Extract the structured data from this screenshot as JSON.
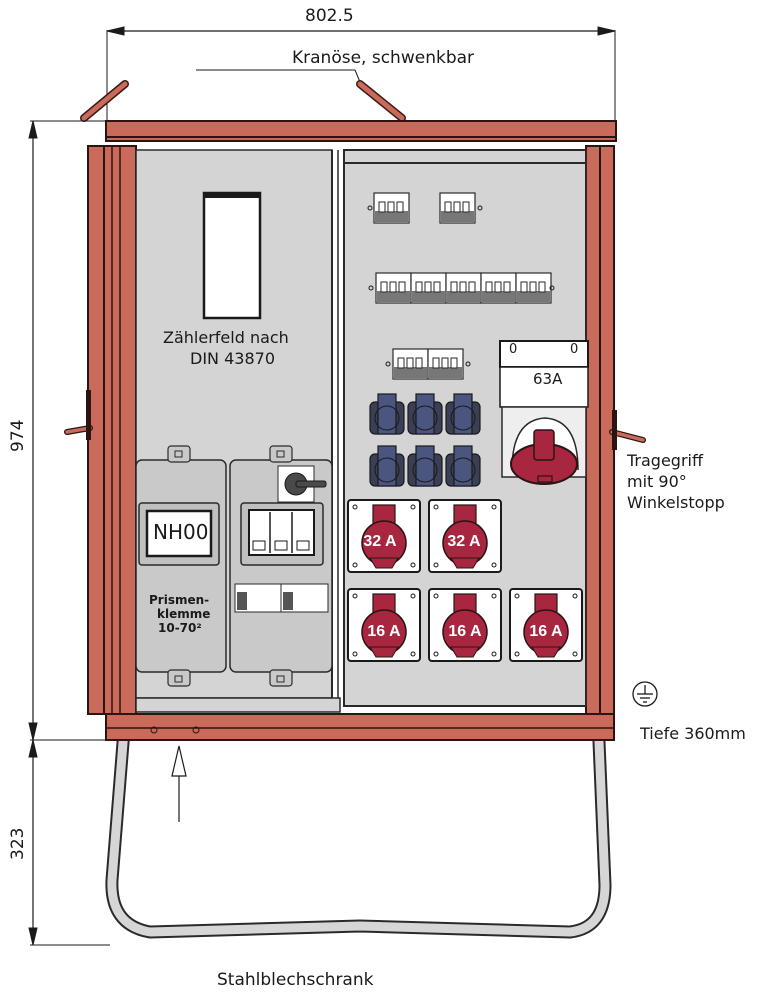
{
  "title": "Stahlblechschrank",
  "dimensions": {
    "width": "802.5",
    "height_cabinet": "974",
    "height_stand": "323"
  },
  "annotations": {
    "crane_eye": "Kranöse, schwenkbar",
    "carry_handle_line1": "Tragegriff",
    "carry_handle_line2": "mit 90°",
    "carry_handle_line3": "Winkelstopp",
    "depth": "Tiefe 360mm",
    "meter_field_line1": "Zählerfeld nach",
    "meter_field_line2": "DIN 43870"
  },
  "left_panel": {
    "fuse_label": "NH00",
    "terminal_line1": "Prismen-",
    "terminal_line2": "klemme",
    "terminal_line3": "10-70²"
  },
  "right_panel": {
    "main_switch_label": "63A",
    "main_switch_marks": [
      "0",
      "0"
    ],
    "cee_sockets_32": [
      "32 A",
      "32 A"
    ],
    "cee_sockets_16": [
      "16 A",
      "16 A",
      "16 A"
    ],
    "schuko_count": 6
  },
  "colors": {
    "cabinet_red": "#c96a5a",
    "panel_grey": "#d4d4d4",
    "cee_red": "#a8263f",
    "schuko_blue": "#4a5580"
  }
}
